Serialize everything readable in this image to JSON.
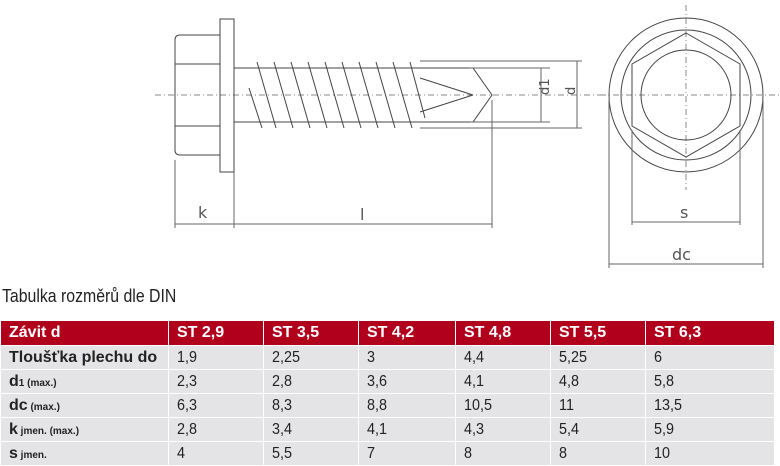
{
  "drawing": {
    "labels": {
      "k": "k",
      "l": "l",
      "d1": "d1",
      "d": "d",
      "s": "s",
      "dc": "dc"
    }
  },
  "table_title": "Tabulka rozměrů dle DIN",
  "table": {
    "header": [
      "Závit d",
      "ST 2,9",
      "ST 3,5",
      "ST 4,2",
      "ST 4,8",
      "ST 5,5",
      "ST 6,3"
    ],
    "rows": [
      {
        "label": "Tloušťka plechu do",
        "sub": "",
        "values": [
          "1,9",
          "2,25",
          "3",
          "4,4",
          "5,25",
          "6"
        ]
      },
      {
        "label": "d",
        "sub": "1 (max.)",
        "values": [
          "2,3",
          "2,8",
          "3,6",
          "4,1",
          "4,8",
          "5,8"
        ]
      },
      {
        "label": "dc",
        "sub": " (max.)",
        "values": [
          "6,3",
          "8,3",
          "8,8",
          "10,5",
          "11",
          "13,5"
        ]
      },
      {
        "label": "k",
        "sub": " jmen. (max.)",
        "values": [
          "2,8",
          "3,4",
          "4,1",
          "4,3",
          "5,4",
          "5,9"
        ]
      },
      {
        "label": "s",
        "sub": " jmen.",
        "values": [
          "4",
          "5,5",
          "7",
          "8",
          "8",
          "10"
        ]
      }
    ]
  },
  "colors": {
    "header": "#b1001c",
    "row": "#e4e4e6"
  }
}
